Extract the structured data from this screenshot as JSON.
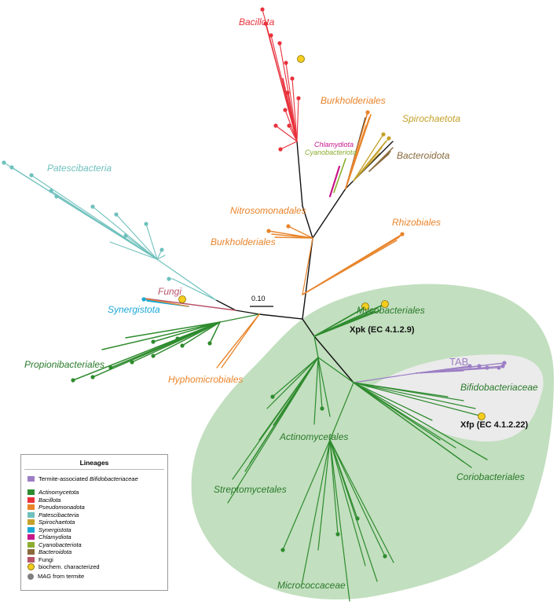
{
  "colors": {
    "actinomycetota": "#2e8b2e",
    "bacillota": "#e8323c",
    "pseudomonadota": "#e8842a",
    "patescibacteria": "#6fc1bd",
    "spirochaetota": "#c4a12a",
    "synergistota": "#1ba7d6",
    "chlamydiota": "#c8178a",
    "cyanobacteriota": "#8aad2d",
    "bacteroidota": "#8a6a3c",
    "fungi": "#b85468",
    "tab": "#9c7fc4",
    "biochem": "#f5cd1f",
    "mag": "#808080",
    "actino_bg": "#c2dfbf",
    "tab_bg": "#ebebeb"
  },
  "scale_bar": "0.10",
  "labels": {
    "bacillota": "Bacillota",
    "burkholderiales_top": "Burkholderiales",
    "spirochaetota": "Spirochaetota",
    "chlamydiota": "Chlamydiota",
    "cyanobacteriota": "Cyanobacteriota",
    "bacteroidota": "Bacteroidota",
    "patescibacteria": "Patescibacteria",
    "nitrosomonadales": "Nitrosomonadales",
    "burkholderiales_mid": "Burkholderiales",
    "rhizobiales": "Rhizobiales",
    "fungi": "Fungi",
    "synergistota": "Synergistota",
    "mycobacteriales": "Mycobacteriales",
    "propionibacteriales": "Propionibacteriales",
    "hyphomicrobiales": "Hyphomicrobiales",
    "tab": "TAB",
    "bifidobacteriaceae": "Bifidobacteriaceae",
    "actinomycetales": "Actinomycetales",
    "coriobacteriales": "Coriobacteriales",
    "streptomycetales": "Streptomycetales",
    "micrococcaceae": "Micrococcaceae",
    "xpk": "Xpk (EC 4.1.2.9)",
    "xfp": "Xfp (EC 4.1.2.22)"
  },
  "legend": {
    "title": "Lineages",
    "tab_prefix": "Termite-associated ",
    "tab_name": "Bifidobacteriaceae",
    "lineages": [
      "Actinomycetota",
      "Bacillota",
      "Pseudomonadota",
      "Patescibacteria",
      "Spirochaetota",
      "Synergistota",
      "Chlamydiota",
      "Cyanobacteriota",
      "Bacteroidota"
    ],
    "fungi": "Fungi",
    "biochem": "biochem. characterized",
    "mag": "MAG from termite"
  }
}
